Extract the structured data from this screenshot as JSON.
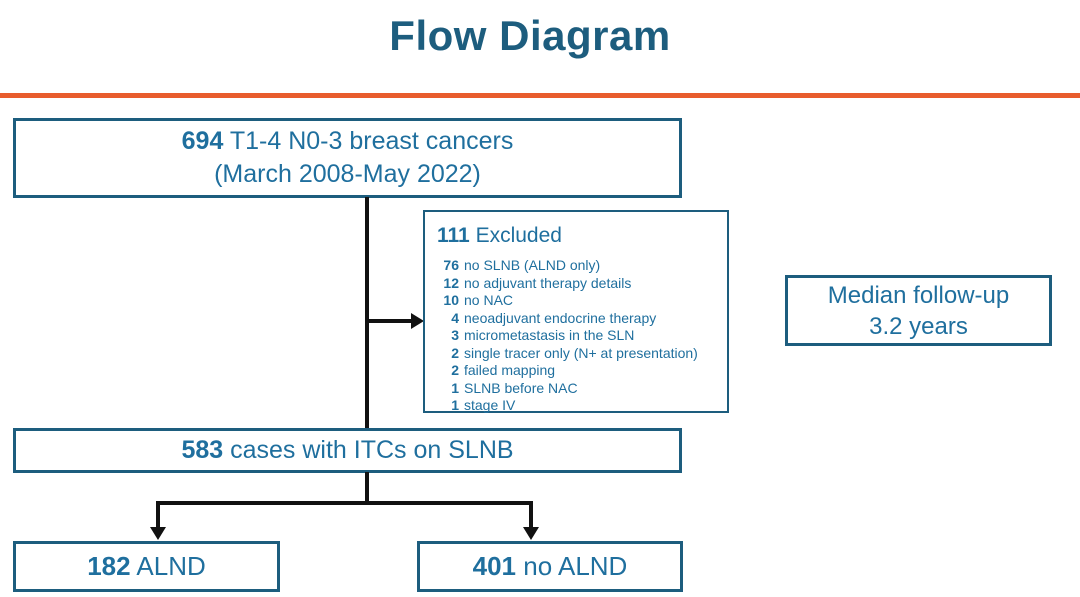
{
  "title": "Flow Diagram",
  "colors": {
    "teal_dark": "#1D5D7E",
    "teal_text": "#1F6F9E",
    "orange": "#E85C2D",
    "line_black": "#111111"
  },
  "boxes": {
    "total": {
      "count": "694",
      "label": "T1-4 N0-3 breast cancers",
      "sub": "(March 2008-May 2022)"
    },
    "excluded": {
      "count": "111",
      "label": "Excluded",
      "items": [
        {
          "n": "76",
          "reason": "no SLNB (ALND only)"
        },
        {
          "n": "12",
          "reason": "no adjuvant therapy details"
        },
        {
          "n": "10",
          "reason": "no NAC"
        },
        {
          "n": "4",
          "reason": "neoadjuvant endocrine therapy"
        },
        {
          "n": "3",
          "reason": "micrometastasis in the SLN"
        },
        {
          "n": "2",
          "reason": "single tracer only (N+ at presentation)"
        },
        {
          "n": "2",
          "reason": "failed mapping"
        },
        {
          "n": "1",
          "reason": "SLNB before NAC"
        },
        {
          "n": "1",
          "reason": "stage IV"
        }
      ]
    },
    "median": {
      "line1": "Median follow-up",
      "line2": "3.2 years"
    },
    "cohort": {
      "count": "583",
      "label": "cases with ITCs on SLNB"
    },
    "alnd": {
      "count": "182",
      "label": "ALND"
    },
    "no_alnd": {
      "count": "401",
      "label": "no ALND"
    }
  }
}
